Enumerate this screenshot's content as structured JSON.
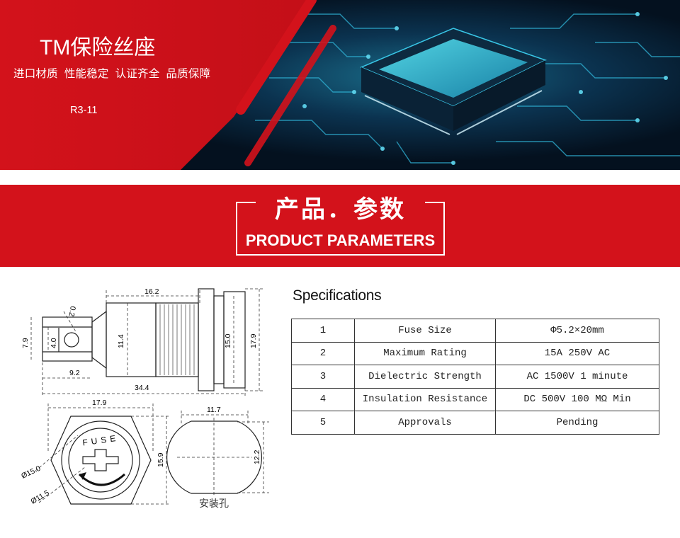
{
  "hero": {
    "title": "TM保险丝座",
    "subtitle": "进口材质  性能稳定  认证齐全  品质保障",
    "model": "R3-11",
    "colors": {
      "red": "#d3121b",
      "circuit_bg": "#061a2e",
      "chip_glow": "#35d6f0"
    }
  },
  "section": {
    "title_cn": "产品．参数",
    "title_en": "PRODUCT PARAMETERS"
  },
  "drawing": {
    "dims": {
      "top_len": "16.2",
      "screw": "0.2",
      "left_h": "7.9",
      "inner_h": "4.0",
      "body_h": "11.4",
      "flange_h": "15.0",
      "overall_h": "17.9",
      "left_len": "9.2",
      "total_len": "34.4",
      "nut_w": "17.9",
      "nut_h": "15.9",
      "dia_outer": "Ø15.0",
      "dia_inner": "Ø11.5",
      "hole_w": "11.7",
      "hole_h": "12.2"
    },
    "cap_text": "FUSE",
    "mount_label": "安装孔"
  },
  "specs": {
    "title": "Specifications",
    "rows": [
      {
        "no": "1",
        "name": "Fuse Size",
        "value": "Φ5.2×20mm"
      },
      {
        "no": "2",
        "name": "Maximum Rating",
        "value": "15A 250V AC"
      },
      {
        "no": "3",
        "name": "Dielectric Strength",
        "value": "AC 1500V 1 minute"
      },
      {
        "no": "4",
        "name": "Insulation Resistance",
        "value": "DC 500V 100 MΩ  Min"
      },
      {
        "no": "5",
        "name": "Approvals",
        "value": "Pending"
      }
    ]
  }
}
